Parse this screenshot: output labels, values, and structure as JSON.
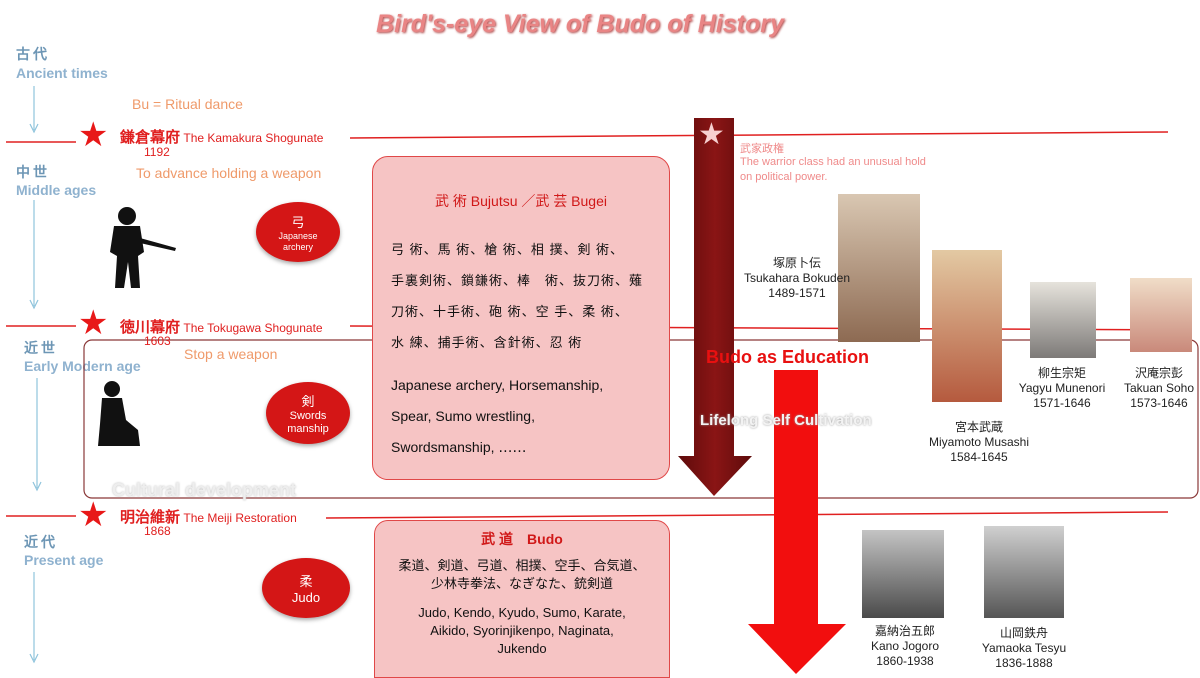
{
  "title": "Bird's-eye View of Budo of History",
  "eras": [
    {
      "jp": "古代",
      "en": "Ancient times"
    },
    {
      "jp": "中世",
      "en": "Middle ages"
    },
    {
      "jp": "近世",
      "en": "Early Modern age"
    },
    {
      "jp": "近代",
      "en": "Present age"
    }
  ],
  "notes": {
    "ritual": "Bu = Ritual dance",
    "advance": "To advance holding a  weapon",
    "stop": "Stop a weapon",
    "cultural": "Cultural development"
  },
  "shogunates": [
    {
      "jp": "鎌倉幕府",
      "en": "The Kamakura Shogunate",
      "year": "1192"
    },
    {
      "jp": "徳川幕府",
      "en": "The Tokugawa Shogunate",
      "year": "1603"
    },
    {
      "jp": "明治維新",
      "en": "The Meiji Restoration",
      "year": "1868"
    }
  ],
  "warrior": {
    "jp": "武家政権",
    "desc": "The warrior class had an unusual hold on political power."
  },
  "circles": [
    {
      "jp": "弓",
      "en": "Japanese archery"
    },
    {
      "jp": "剣",
      "en": "Swords manship"
    },
    {
      "jp": "柔",
      "en": "Judo"
    }
  ],
  "bujutsu": {
    "title": "武 術 Bujutsu ／武 芸 Bugei",
    "kanji": [
      "弓 術、馬 術、槍 術、相 撲、剣 術、",
      "手裏剣術、鎖鎌術、棒　術、抜刀術、薙",
      "刀術、十手術、砲 術、空 手、柔 術、",
      "水 練、捕手術、含針術、忍 術"
    ],
    "english": [
      "Japanese archery, Horsemanship,",
      "Spear, Sumo wrestling,",
      "Swordsmanship, ‥‥‥"
    ]
  },
  "budo": {
    "title": "武 道　Budo",
    "kanji": [
      "柔道、剣道、弓道、相撲、空手、合気道、",
      "少林寺拳法、なぎなた、銃剣道"
    ],
    "english": [
      "Judo, Kendo, Kyudo, Sumo, Karate,",
      "Aikido, Syorinjikenpo, Naginata,",
      "Jukendo"
    ]
  },
  "arrows": {
    "education": "Budo as Education",
    "lifelong": "Lifelong Self Cultivation"
  },
  "people": [
    {
      "jp": "塚原卜伝",
      "en": "Tsukahara Bokuden",
      "years": "1489-1571"
    },
    {
      "jp": "宮本武蔵",
      "en": "Miyamoto Musashi",
      "years": "1584-1645"
    },
    {
      "jp": "柳生宗矩",
      "en": "Yagyu Munenori",
      "years": "1571-1646"
    },
    {
      "jp": "沢庵宗彭",
      "en": "Takuan Soho",
      "years": "1573-1646"
    },
    {
      "jp": "嘉納治五郎",
      "en": "Kano Jogoro",
      "years": "1860-1938"
    },
    {
      "jp": "山岡鉄舟",
      "en": "Yamaoka Tesyu",
      "years": "1836-1888"
    }
  ],
  "colors": {
    "red": "#e02020",
    "pink": "#f6c4c4",
    "darkred": "#7a1010",
    "era": "#6d96b5"
  }
}
